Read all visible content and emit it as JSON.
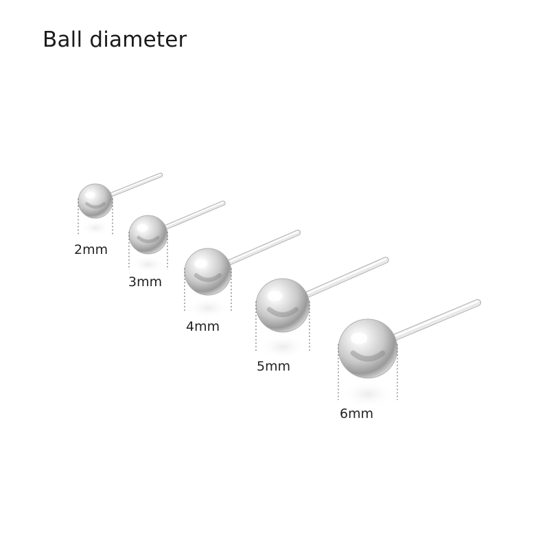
{
  "title": "Ball diameter",
  "colors": {
    "background": "#ffffff",
    "text": "#1a1a1a",
    "silver_highlight": "#ffffff",
    "silver_mid": "#d4d4d4",
    "silver_dark": "#7a7a7a",
    "guide_line": "#555555"
  },
  "earrings": [
    {
      "label": "2mm",
      "diameter_mm": 2
    },
    {
      "label": "3mm",
      "diameter_mm": 3
    },
    {
      "label": "4mm",
      "diameter_mm": 4
    },
    {
      "label": "5mm",
      "diameter_mm": 5
    },
    {
      "label": "6mm",
      "diameter_mm": 6
    }
  ]
}
